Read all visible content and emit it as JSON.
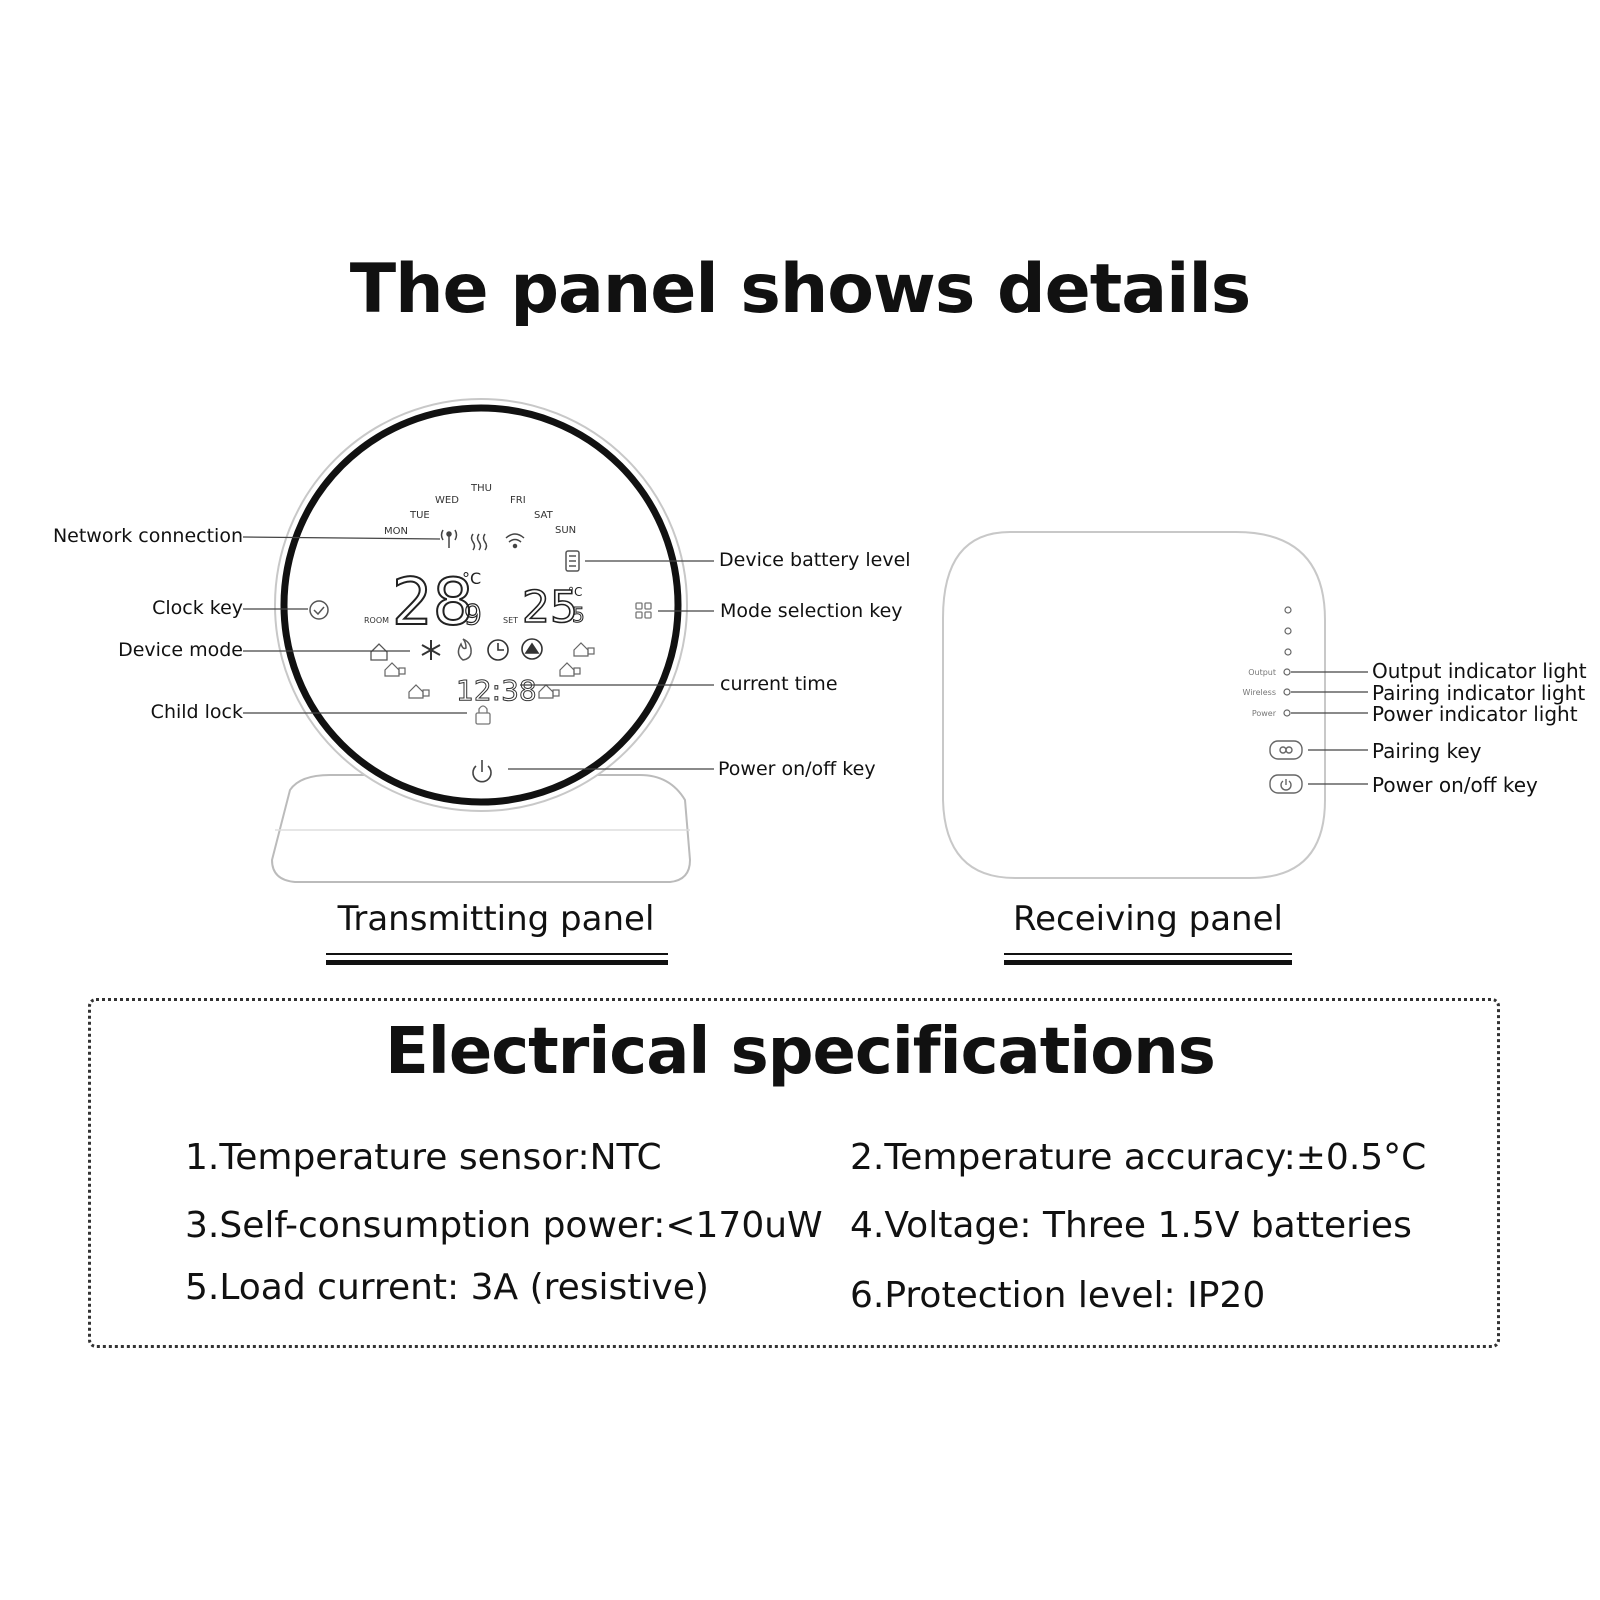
{
  "title": "The panel shows details",
  "transmitting_panel": {
    "caption": "Transmitting panel",
    "days": [
      "MON",
      "TUE",
      "WED",
      "THU",
      "FRI",
      "SAT",
      "SUN"
    ],
    "room_label": "ROOM",
    "set_label": "SET",
    "room_temp": "28",
    "room_temp_decimal": "9",
    "set_temp": "25",
    "set_temp_decimal": "5",
    "unit": "°C",
    "time": "12:38",
    "callouts": {
      "network_connection": "Network connection",
      "clock_key": "Clock key",
      "device_mode": "Device mode",
      "child_lock": "Child lock",
      "device_battery_level": "Device battery level",
      "mode_selection_key": "Mode selection key",
      "current_time": "current time",
      "power_key": "Power on/off key"
    }
  },
  "receiving_panel": {
    "caption": "Receiving panel",
    "led_labels": [
      "Output",
      "Wireless",
      "Power"
    ],
    "callouts": {
      "output_indicator": "Output indicator light",
      "pairing_indicator": "Pairing indicator light",
      "power_indicator": "Power indicator light",
      "pairing_key": "Pairing key",
      "power_key": "Power on/off key"
    }
  },
  "specs": {
    "title": "Electrical specifications",
    "items": [
      "1.Temperature sensor:NTC",
      "2.Temperature accuracy:±0.5°C",
      "3.Self-consumption power:<170uW",
      "4.Voltage: Three 1.5V batteries",
      "5.Load current: 3A (resistive)",
      "6.Protection level: IP20"
    ]
  }
}
